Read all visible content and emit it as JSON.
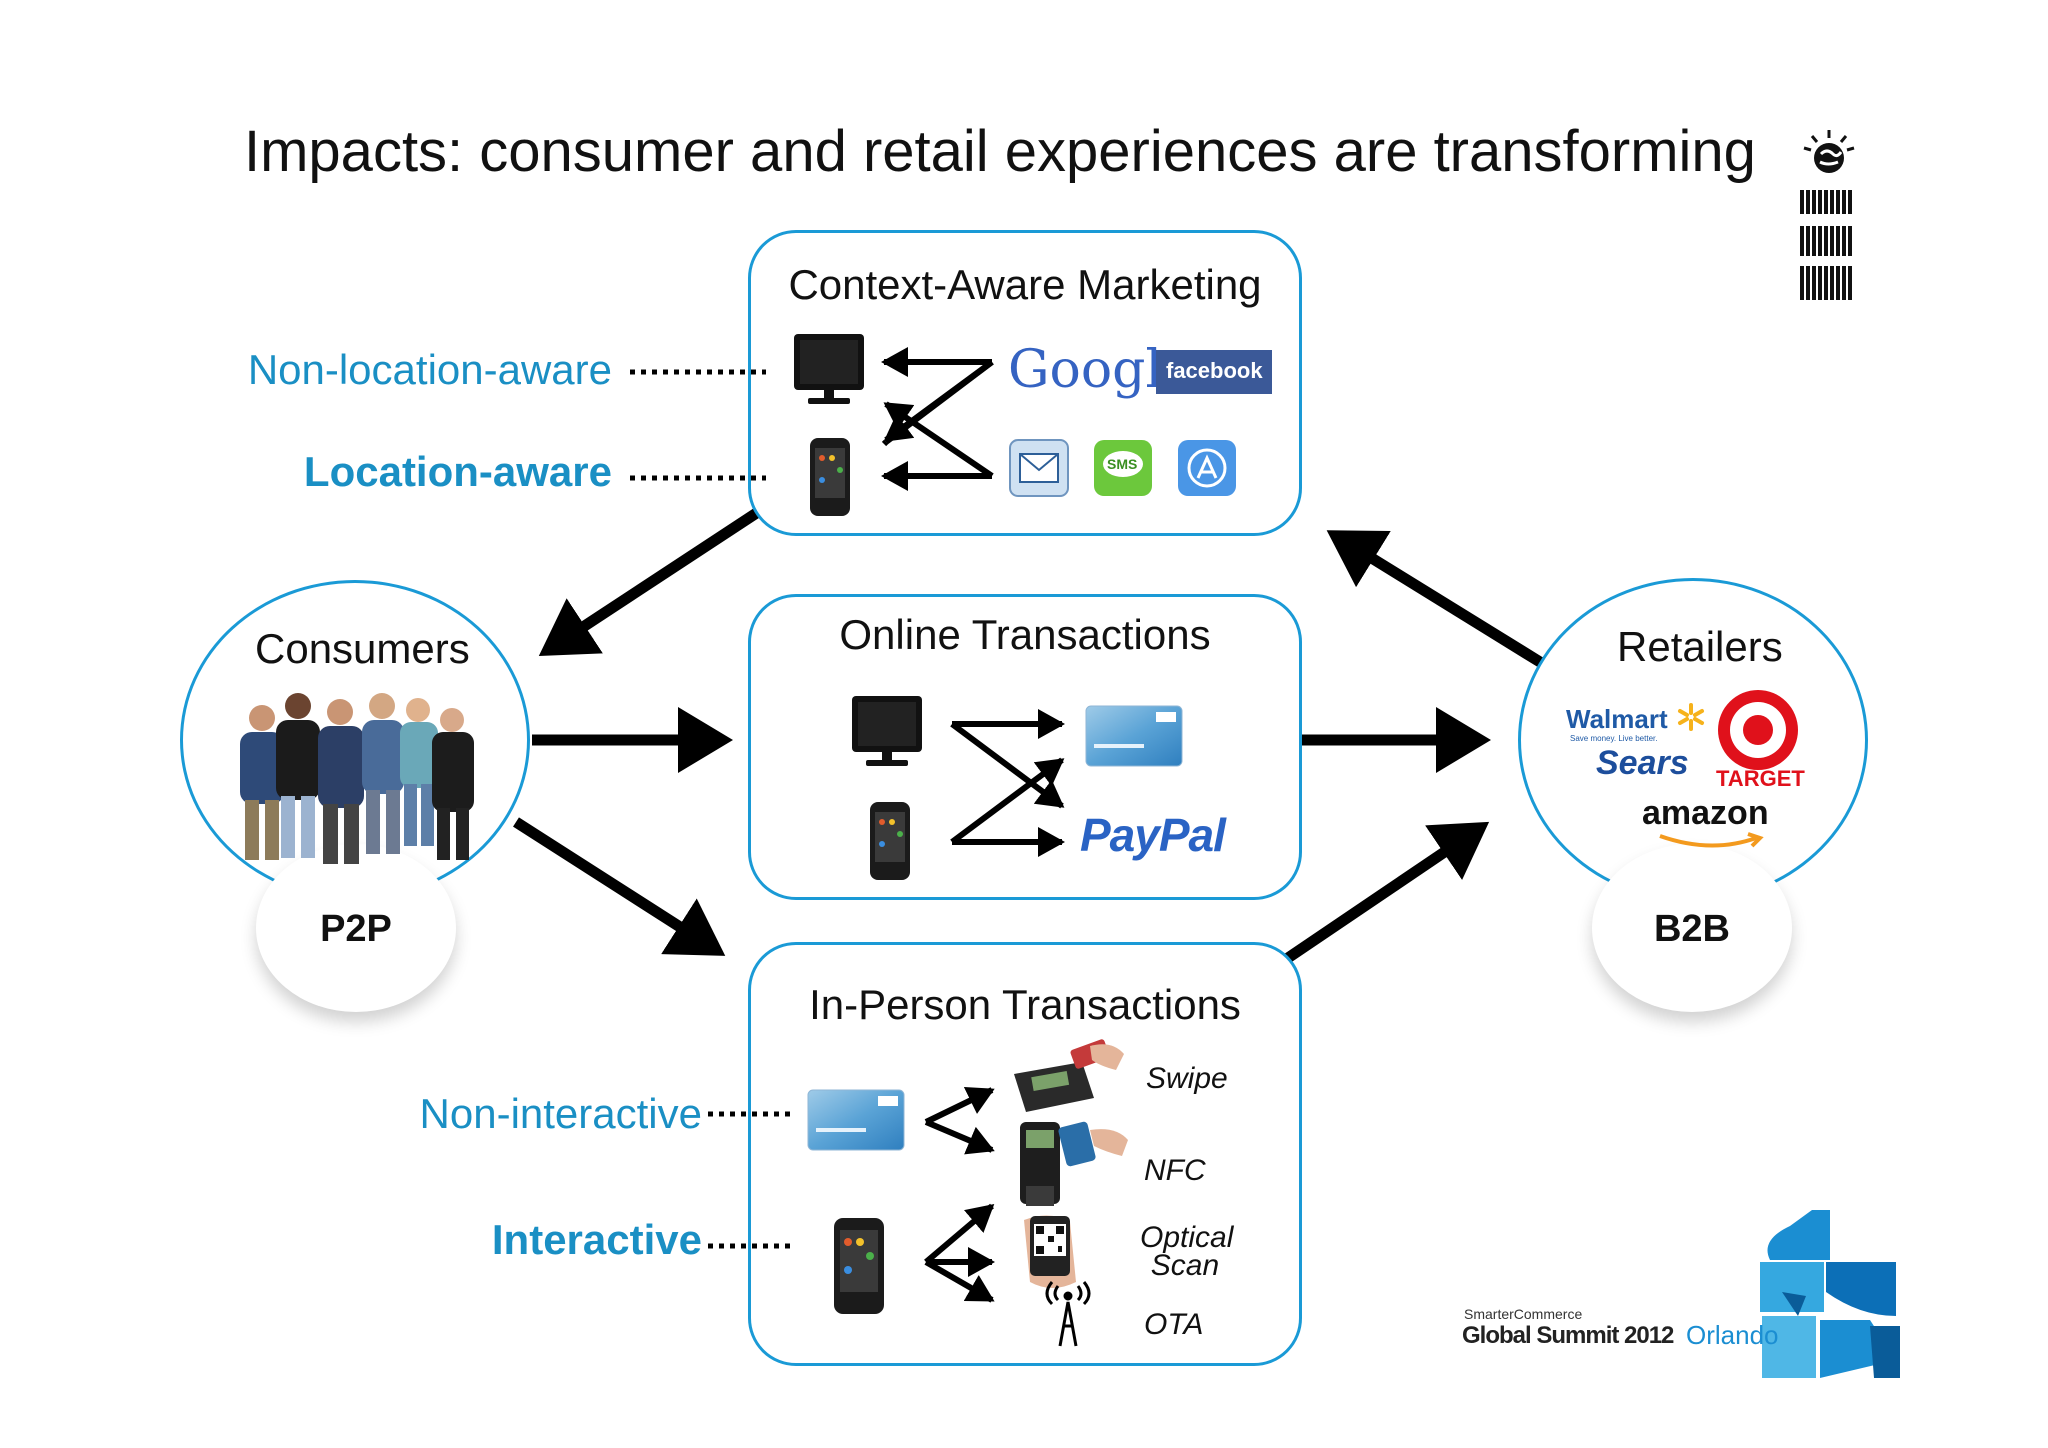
{
  "slide": {
    "title": "Impacts: consumer and retail experiences are transforming"
  },
  "context_box": {
    "title": "Context-Aware Marketing",
    "non_location_label": "Non-location-aware",
    "location_label": "Location-aware",
    "google": "Google",
    "facebook": "facebook",
    "sms": "SMS"
  },
  "online_box": {
    "title": "Online Transactions",
    "paypal": "PayPal"
  },
  "inperson_box": {
    "title": "In-Person Transactions",
    "non_interactive_label": "Non-interactive",
    "interactive_label": "Interactive",
    "methods": [
      "Swipe",
      "NFC",
      "Optical Scan",
      "OTA"
    ]
  },
  "consumers": {
    "title": "Consumers",
    "tag": "P2P"
  },
  "retailers": {
    "title": "Retailers",
    "tag": "B2B",
    "walmart": "Walmart",
    "walmart_tagline": "Save money. Live better.",
    "sears": "Sears",
    "target": "TARGET",
    "amazon": "amazon"
  },
  "footer": {
    "smarter": "SmarterCommerce",
    "summit": "Global Summit 2012",
    "city": "Orlando"
  },
  "ibm": "IBM",
  "colors": {
    "accent": "#1a9ad6",
    "label_blue": "#1a8fc4"
  }
}
